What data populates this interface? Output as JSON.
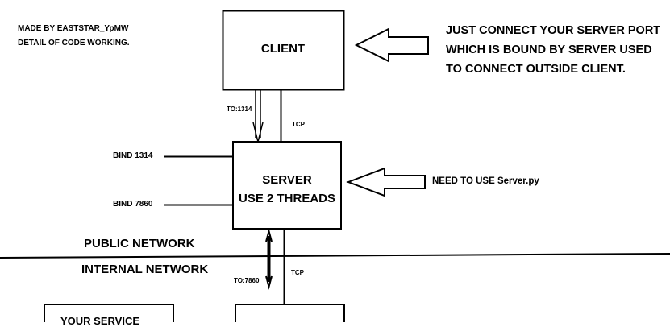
{
  "credit": {
    "line1": "MADE BY EASTSTAR_YpMW",
    "line2": "DETAIL OF CODE WORKING."
  },
  "client_box": {
    "label": "CLIENT"
  },
  "client_note": {
    "line1": "JUST CONNECT YOUR SERVER PORT",
    "line2": "WHICH IS BOUND BY SERVER USED",
    "line3": "TO CONNECT OUTSIDE CLIENT."
  },
  "top_link": {
    "port_label": "TO:1314",
    "proto_label": "TCP"
  },
  "server_box": {
    "line1": "SERVER",
    "line2": "USE 2 THREADS"
  },
  "server_note": {
    "text": "NEED TO USE Server.py"
  },
  "binds": {
    "bind1": "BIND 1314",
    "bind2": "BIND 7860"
  },
  "networks": {
    "public": "PUBLIC NETWORK",
    "internal": "INTERNAL NETWORK"
  },
  "bottom_link": {
    "port_label": "TO:7860",
    "proto_label": "TCP"
  },
  "service_box": {
    "label": "YOUR SERVICE"
  }
}
